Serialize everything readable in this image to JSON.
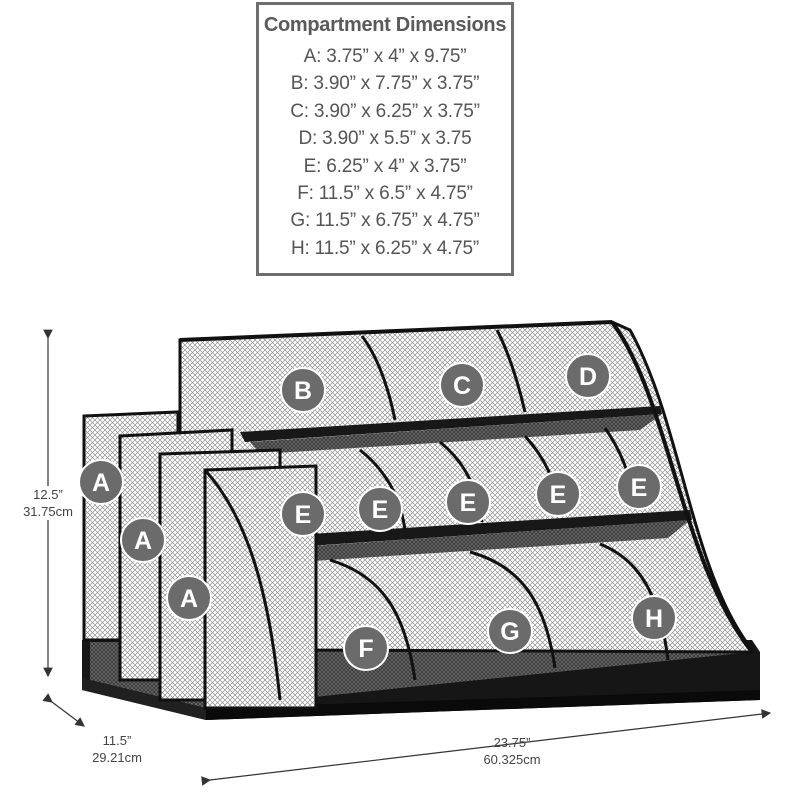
{
  "dimensions_box": {
    "title": "Compartment Dimensions",
    "lines": [
      "A: 3.75” x 4” x 9.75”",
      "B: 3.90” x 7.75” x 3.75”",
      "C: 3.90” x 6.25” x 3.75”",
      "D: 3.90” x 5.5” x 3.75",
      "E: 6.25” x 4” x 3.75”",
      "F: 11.5” x 6.5” x 4.75”",
      "G: 11.5” x 6.75” x 4.75”",
      "H: 11.5” x 6.25” x 4.75”"
    ]
  },
  "measurements": {
    "height": {
      "imperial": "12.5”",
      "metric": "31.75cm"
    },
    "depth": {
      "imperial": "11.5”",
      "metric": "29.21cm"
    },
    "width": {
      "imperial": "23.75”",
      "metric": "60.325cm"
    }
  },
  "compartment_labels": {
    "a1": "A",
    "a2": "A",
    "a3": "A",
    "b": "B",
    "c": "C",
    "d": "D",
    "e1": "E",
    "e2": "E",
    "e3": "E",
    "e4": "E",
    "e5": "E",
    "f": "F",
    "g": "G",
    "h": "H"
  },
  "colors": {
    "badge": "#6b6b6b",
    "frame": "#141414",
    "mesh": "#9a9a9a",
    "line": "#333333"
  }
}
